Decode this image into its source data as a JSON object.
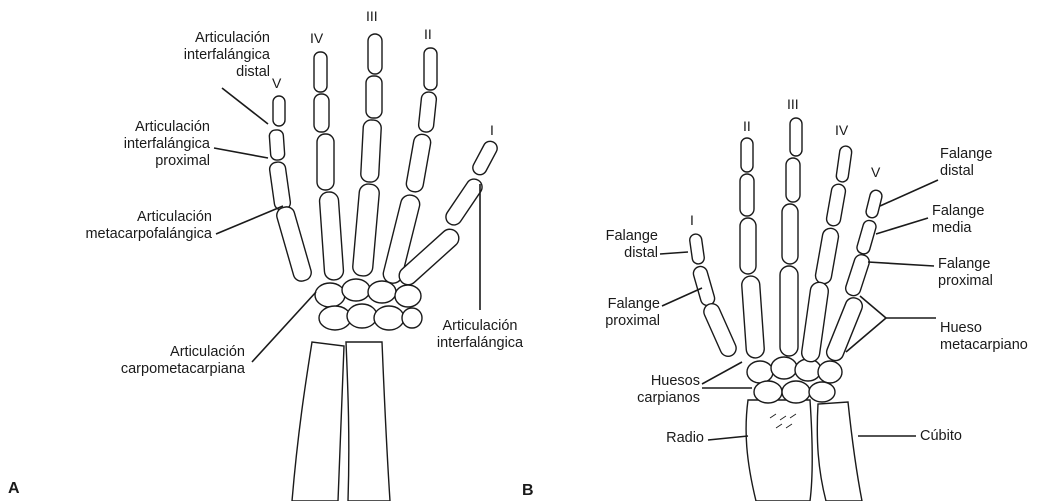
{
  "panel_a": {
    "label": "A",
    "digits": [
      "V",
      "IV",
      "III",
      "II",
      "I"
    ],
    "labels": {
      "dip_1": "Articulación",
      "dip_2": "interfalángica",
      "dip_3": "distal",
      "pip_1": "Articulación",
      "pip_2": "interfalángica",
      "pip_3": "proximal",
      "mcp_1": "Articulación",
      "mcp_2": "metacarpofalángica",
      "cmc_1": "Articulación",
      "cmc_2": "carpometacarpiana",
      "ip_1": "Articulación",
      "ip_2": "interfalángica"
    }
  },
  "panel_b": {
    "label": "B",
    "digits": [
      "I",
      "II",
      "III",
      "IV",
      "V"
    ],
    "labels": {
      "fd_left_1": "Falange",
      "fd_left_2": "distal",
      "fp_left_1": "Falange",
      "fp_left_2": "proximal",
      "carp_1": "Huesos",
      "carp_2": "carpianos",
      "radio": "Radio",
      "fd_right_1": "Falange",
      "fd_right_2": "distal",
      "fm_1": "Falange",
      "fm_2": "media",
      "fp_right_1": "Falange",
      "fp_right_2": "proximal",
      "meta_1": "Hueso",
      "meta_2": "metacarpiano",
      "cubito": "Cúbito"
    }
  }
}
